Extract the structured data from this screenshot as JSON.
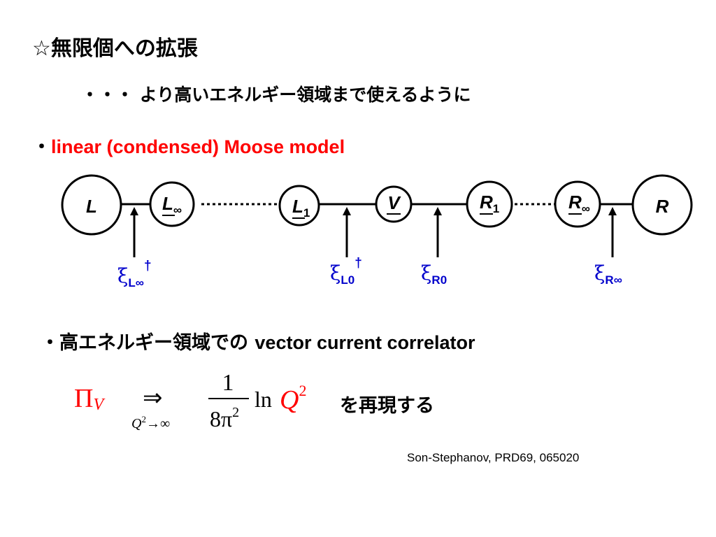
{
  "title": "☆無限個への拡張",
  "subtitle": "・・・ より高いエネルギー領域まで使えるように",
  "bullet1": {
    "marker": "・",
    "text": "linear (condensed) Moose model"
  },
  "moose": {
    "nodes": {
      "L": "L",
      "L_inf": {
        "base": "L",
        "sub": "∞"
      },
      "L_1": {
        "base": "L",
        "sub": "1"
      },
      "V": "V",
      "R_1": {
        "base": "R",
        "sub": "1"
      },
      "R_inf": {
        "base": "R",
        "sub": "∞"
      },
      "R": "R"
    },
    "fields": {
      "xi_L_inf": {
        "symbol": "ξ",
        "sub": "L∞",
        "sup": "†"
      },
      "xi_L0": {
        "symbol": "ξ",
        "sub": "L0",
        "sup": "†"
      },
      "xi_R0": {
        "symbol": "ξ",
        "sub": "R0"
      },
      "xi_R_inf": {
        "symbol": "ξ",
        "sub": "R∞"
      }
    }
  },
  "bullet2": {
    "marker": "・",
    "ja": "高エネルギー領域での ",
    "en": "vector current correlator"
  },
  "formula": {
    "lhs": "Π",
    "lhs_sub": "V",
    "arrow": "⇒",
    "limit_Q": "Q",
    "limit_sup": "2",
    "limit_rest": "→∞",
    "numerator": "1",
    "denominator": "8π",
    "denominator_sup": "2",
    "ln": "ln",
    "Q": "Q",
    "Q_sup": "2"
  },
  "reproduce": "を再現する",
  "reference": "Son-Stephanov, PRD69, 065020",
  "colors": {
    "accent_red": "#ff0000",
    "field_blue": "#0000cc"
  }
}
